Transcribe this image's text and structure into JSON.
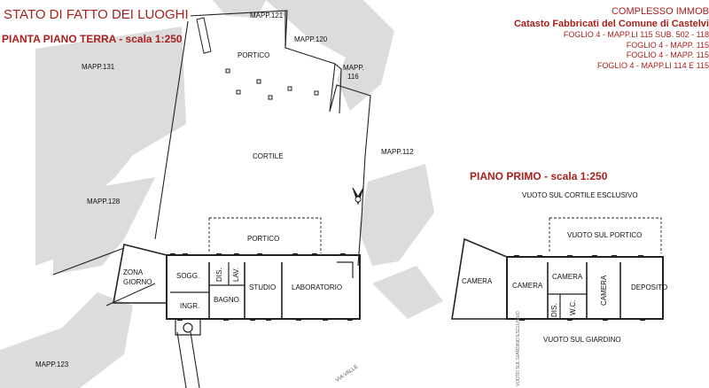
{
  "header_left": {
    "title": "STATO DI FATTO DEI LUOGHI",
    "scale_ground": "PIANTA PIANO TERRA - scala 1:250"
  },
  "header_right": {
    "complex": "COMPLESSO IMMOB",
    "catasto": "Catasto Fabbricati del Comune di Castelvi",
    "lines": [
      "FOGLIO 4 - MAPP.LI 115 SUB. 502 - 118",
      "FOGLIO 4 - MAPP. 115",
      "FOGLIO 4 - MAPP. 115",
      "FOGLIO 4 - MAPP.LI 114 E 115"
    ]
  },
  "parcels": {
    "m121": "MAPP.121",
    "m120": "MAPP.120",
    "m116": "MAPP.",
    "m116b": "116",
    "m131": "MAPP.131",
    "m112": "MAPP.112",
    "m128": "MAPP.128",
    "m123": "MAPP.123"
  },
  "ground_floor": {
    "portico_top": "PORTICO",
    "cortile": "CORTILE",
    "portico": "PORTICO",
    "zona": "ZONA",
    "giorno": "GIORNO",
    "sogg": "SOGG.",
    "dis": "DIS.",
    "lav": "LAV.",
    "studio": "STUDIO",
    "laboratorio": "LABORATORIO",
    "bagno": "BAGNO",
    "ingr": "INGR.",
    "road": "VIA VALLE"
  },
  "first_floor": {
    "scale": "PIANO PRIMO - scala 1:250",
    "vuoto_cortile": "VUOTO SUL CORTILE ESCLUSIVO",
    "vuoto_portico": "VUOTO SUL PORTICO",
    "camera_1": "CAMERA",
    "camera_2": "CAMERA",
    "camera_3": "CAMERA",
    "camera_4": "CAMERA",
    "deposito": "DEPOSITO",
    "dis": "DIS.",
    "wc": "W.C.",
    "vuoto_giardino": "VUOTO SUL GIARDINO",
    "side_note": "VUOTO SUL GIARDINO ESCLUSIVO"
  }
}
